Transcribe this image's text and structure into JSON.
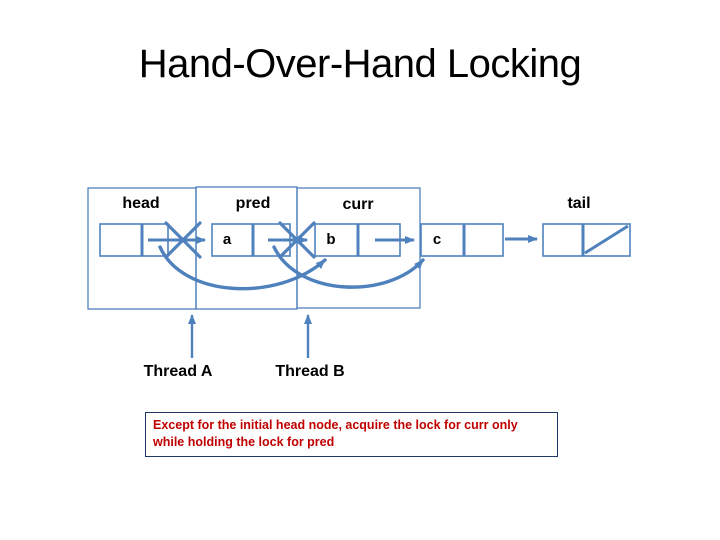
{
  "title": "Hand-Over-Hand Locking",
  "colors": {
    "line_blue": "#4f81bd",
    "text_black": "#000000",
    "note_red": "#c00000",
    "note_border": "#1f3864",
    "background": "#ffffff"
  },
  "diagram": {
    "labels": {
      "head": "head",
      "pred": "pred",
      "curr": "curr",
      "tail": "tail"
    },
    "values": {
      "a": "a",
      "b": "b",
      "c": "c"
    },
    "threads": {
      "a": "Thread A",
      "b": "Thread B"
    },
    "structure": {
      "nodes": [
        "head",
        "a",
        "b",
        "c",
        "tail"
      ],
      "crossed_out_links": [
        "head->a",
        "a->b"
      ],
      "bypass_links": [
        "head->b",
        "a->c"
      ],
      "null_terminated_tail": true
    }
  },
  "note": {
    "line1": "Except for the initial head node, acquire the lock for curr only",
    "line2": "while holding the lock for pred"
  }
}
